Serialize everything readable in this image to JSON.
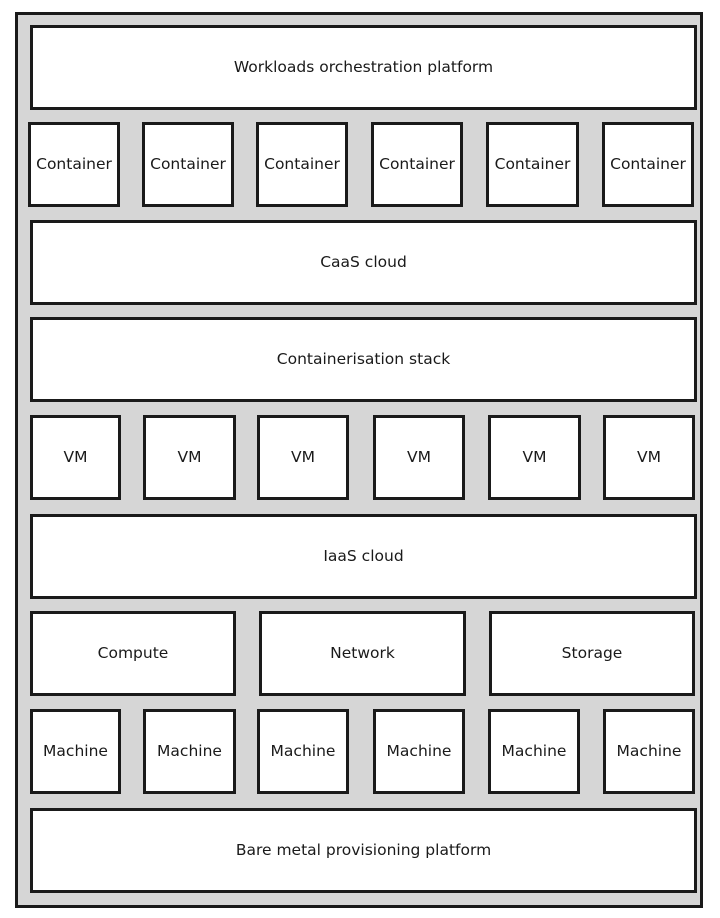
{
  "layers": {
    "workloads": "Workloads orchestration platform",
    "containers": [
      "Container",
      "Container",
      "Container",
      "Container",
      "Container",
      "Container"
    ],
    "caas": "CaaS cloud",
    "containerisation": "Containerisation stack",
    "vms": [
      "VM",
      "VM",
      "VM",
      "VM",
      "VM",
      "VM"
    ],
    "iaas": "IaaS cloud",
    "resources": [
      "Compute",
      "Network",
      "Storage"
    ],
    "machines": [
      "Machine",
      "Machine",
      "Machine",
      "Machine",
      "Machine",
      "Machine"
    ],
    "bare_metal": "Bare metal provisioning platform"
  }
}
